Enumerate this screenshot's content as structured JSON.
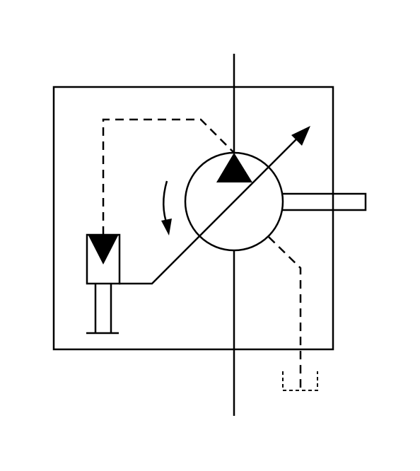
{
  "diagram": {
    "symbol": "variable-displacement-pump-with-pressure-compensator",
    "texts": [],
    "colors": {
      "stroke": "#000000",
      "background": "#ffffff"
    },
    "components": [
      "enclosure-box",
      "main-flow-line",
      "pump-circle",
      "flow-direction-triangle",
      "variability-arrow",
      "drive-shaft",
      "rotation-arrow",
      "pilot-line",
      "drain-line",
      "tank-symbol",
      "compensator-actuator",
      "actuator-spring-rod"
    ]
  }
}
